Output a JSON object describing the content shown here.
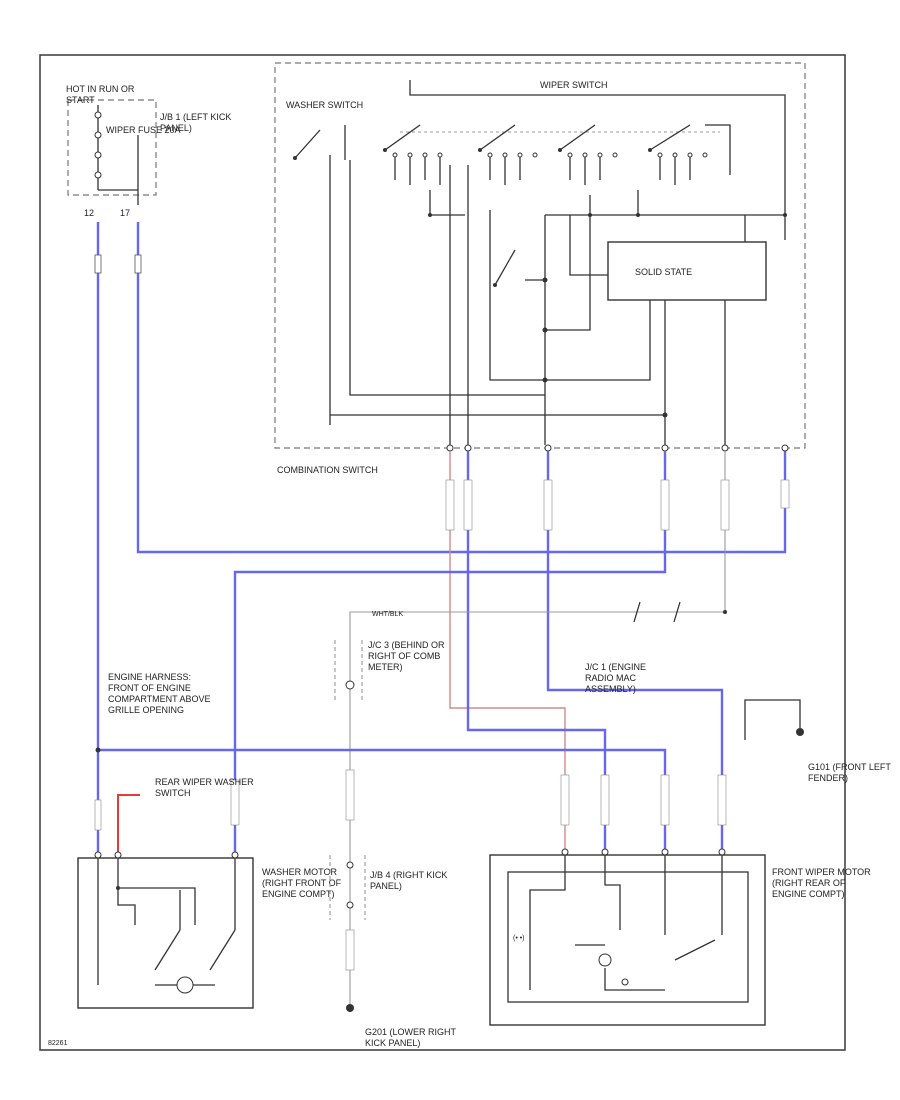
{
  "diagram": {
    "power_source": "HOT IN RUN OR START",
    "junction_block_1": "J/B 1 (LEFT KICK PANEL)",
    "fuse": "WIPER FUSE 20A",
    "pin_12": "12",
    "pin_17": "17",
    "washer_switch": "WASHER SWITCH",
    "wiper_switch": "WIPER SWITCH",
    "solid_state": "SOLID STATE",
    "combination_switch": "COMBINATION SWITCH",
    "engine_harness": "ENGINE HARNESS: FRONT OF ENGINE COMPARTMENT ABOVE GRILLE OPENING",
    "jc3": "J/C 3 (BEHIND OR RIGHT OF COMB METER)",
    "jc1": "J/C 1 (ENGINE RADIO MAC ASSEMBLY)",
    "rear_wiper_switch": "REAR WIPER WASHER SWITCH",
    "washer_motor": "WASHER MOTOR (RIGHT FRONT OF ENGINE COMPT)",
    "jb4": "J/B 4 (RIGHT KICK PANEL)",
    "g201": "G201 (LOWER RIGHT KICK PANEL)",
    "g101": "G101 (FRONT LEFT FENDER)",
    "front_wiper_motor": "FRONT WIPER MOTOR (RIGHT REAR OF ENGINE COMPT)",
    "wire_color": "WHT/BLK",
    "page_code": "82261"
  },
  "colors": {
    "blue_wire": "#6666ee",
    "pink_wire": "#d08a8a",
    "red_wire": "#e23b3b",
    "black_wire": "#333333"
  }
}
